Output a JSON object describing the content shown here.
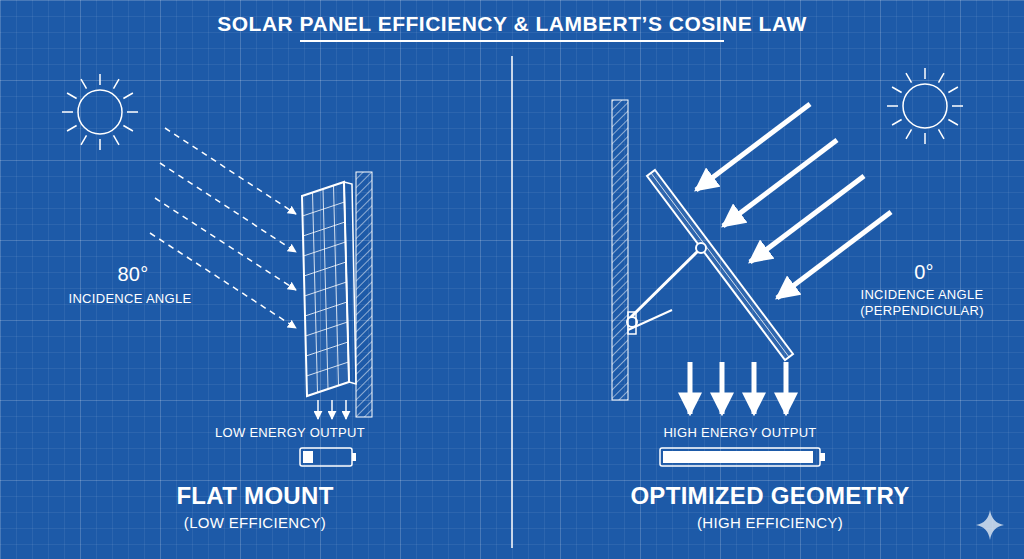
{
  "diagram": {
    "title": "SOLAR PANEL EFFICIENCY & LAMBERT’S COSINE LAW",
    "labels": [
      "80°",
      "INCIDENCE ANGLE",
      "LOW ENERGY OUTPUT",
      "FLAT MOUNT",
      "(LOW EFFICIENCY)",
      "0°",
      "INCIDENCE ANGLE (PERPENDICULAR)",
      "HIGH ENERGY OUTPUT",
      "OPTIMIZED GEOMETRY",
      "(HIGH EFFICIENCY)"
    ]
  }
}
